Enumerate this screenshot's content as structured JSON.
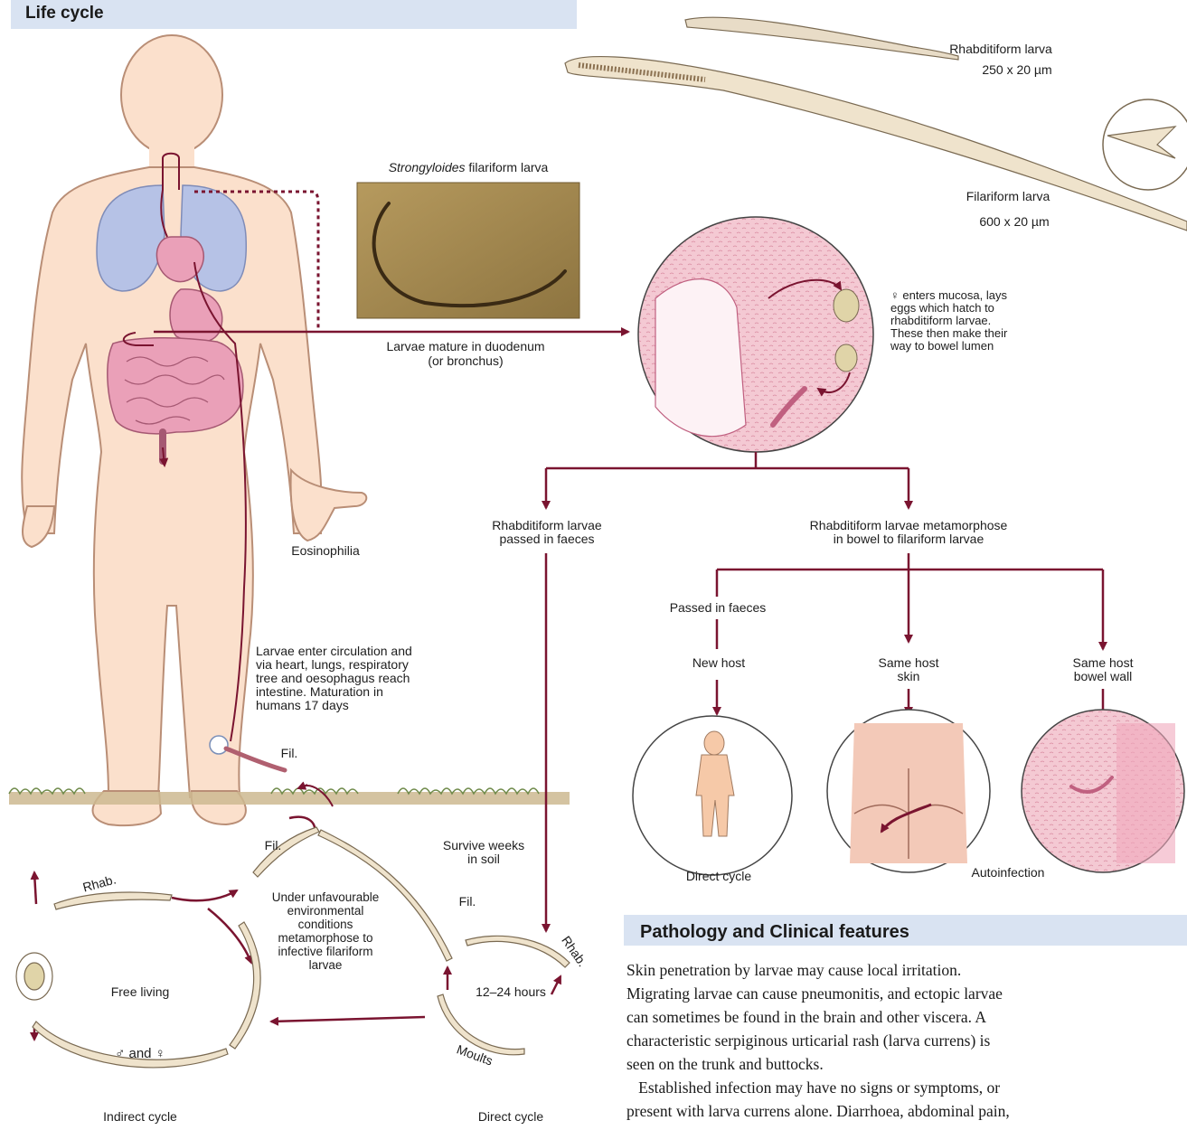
{
  "header": {
    "title": "Life cycle"
  },
  "larvae_specs": {
    "rhabditiform_name": "Rhabditiform larva",
    "rhabditiform_size": "250 x 20 µm",
    "filariform_name": "Filariform larva",
    "filariform_size": "600 x 20 µm"
  },
  "micrograph": {
    "caption_italic": "Strongyloides",
    "caption_rest": " filariform larva"
  },
  "labels": {
    "duodenum_line1": "Larvae mature in duodenum",
    "duodenum_line2": "(or bronchus)",
    "mucosa_line1": "♀ enters mucosa, lays",
    "mucosa_line2": "eggs which hatch to",
    "mucosa_line3": "rhabditiform larvae.",
    "mucosa_line4": "These then make their",
    "mucosa_line5": "way to bowel lumen",
    "rhab_passed_line1": "Rhabditiform larvae",
    "rhab_passed_line2": "passed in faeces",
    "metamorph_line1": "Rhabditiform larvae metamorphose",
    "metamorph_line2": "in bowel to filariform larvae",
    "passed_in_faeces": "Passed in faeces",
    "new_host": "New host",
    "same_host_skin_1": "Same host",
    "same_host_skin_2": "skin",
    "same_host_bowel_1": "Same host",
    "same_host_bowel_2": "bowel wall",
    "direct_cycle_right": "Direct cycle",
    "autoinfection": "Autoinfection",
    "eosinophilia": "Eosinophilia",
    "circulation_line1": "Larvae enter circulation and",
    "circulation_line2": "via heart, lungs, respiratory",
    "circulation_line3": "tree and oesophagus reach",
    "circulation_line4": "intestine. Maturation in",
    "circulation_line5": "humans 17 days",
    "fil_1": "Fil.",
    "fil_2": "Fil.",
    "fil_3": "Fil.",
    "rhab_1": "Rhab.",
    "rhab_2": "Rhab.",
    "survive_line1": "Survive weeks",
    "survive_line2": "in soil",
    "unfav_line1": "Under unfavourable",
    "unfav_line2": "environmental",
    "unfav_line3": "conditions",
    "unfav_line4": "metamorphose to",
    "unfav_line5": "infective filariform",
    "unfav_line6": "larvae",
    "free_living": "Free living",
    "male_female": "♂ and ♀",
    "hours": "12–24 hours",
    "moults": "Moults",
    "indirect_cycle": "Indirect cycle",
    "direct_cycle_bottom": "Direct cycle"
  },
  "pathology": {
    "title": "Pathology and Clinical features",
    "lines": [
      "Skin penetration by larvae may cause local irritation.",
      "Migrating larvae can cause pneumonitis, and ectopic larvae",
      "can sometimes be found in the brain and other viscera. A",
      "characteristic serpiginous urticarial rash (larva currens) is",
      "seen on the trunk and buttocks.",
      "   Established infection may have no signs or symptoms, or",
      "present with larva currens alone. Diarrhoea, abdominal pain,"
    ]
  },
  "colors": {
    "arrow": "#7a1430",
    "skin": "#fbe0cc",
    "skin_outline": "#b98e76",
    "lung": "#b6c2e6",
    "gut": "#eaa0b8",
    "title_bar": "#d9e3f2",
    "soil": "#cdb990"
  }
}
